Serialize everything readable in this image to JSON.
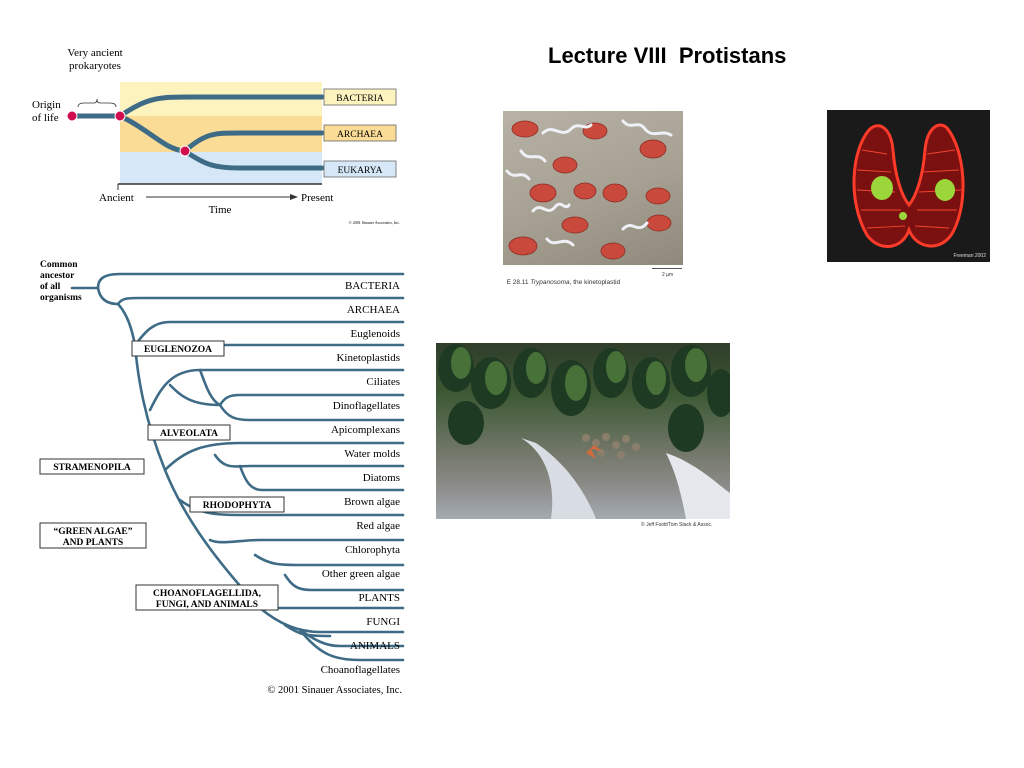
{
  "slide": {
    "title": "Lecture VIII  Protistans"
  },
  "domains_diagram": {
    "prokaryote_label_line1": "Very ancient",
    "prokaryote_label_line2": "prokaryotes",
    "origin_label_line1": "Origin",
    "origin_label_line2": "of life",
    "domains": [
      "BACTERIA",
      "ARCHAEA",
      "EUKARYA"
    ],
    "axis_ancient": "Ancient",
    "axis_present": "Present",
    "axis_title": "Time",
    "credit": "© 2001 Sinauer Associates, Inc.",
    "colors": {
      "bacteria_band": "#fdf3bf",
      "archaea_band": "#fbdc97",
      "eukarya_band": "#d6e8f7",
      "branch": "#3e6b86",
      "node": "#d10f4f"
    }
  },
  "phylo_tree": {
    "root_label_lines": [
      "Common",
      "ancestor",
      "of all",
      "organisms"
    ],
    "leaves": [
      "BACTERIA",
      "ARCHAEA",
      "Euglenoids",
      "Kinetoplastids",
      "Ciliates",
      "Dinoflagellates",
      "Apicomplexans",
      "Water molds",
      "Diatoms",
      "Brown algae",
      "Red algae",
      "Chlorophyta",
      "Other green algae",
      "PLANTS",
      "FUNGI",
      "ANIMALS",
      "Choanoflagellates"
    ],
    "groups": {
      "euglenozoa": "EUGLENOZOA",
      "alveolata": "ALVEOLATA",
      "stramenopila": "STRAMENOPILA",
      "rhodophyta": "RHODOPHYTA",
      "green_line1": "“GREEN ALGAE”",
      "green_line2": "AND PLANTS",
      "choano_line1": "CHOANOFLAGELLIDA,",
      "choano_line2": "FUNGI, AND ANIMALS"
    },
    "credit": "© 2001 Sinauer Associates, Inc.",
    "colors": {
      "branch": "#3e6b86"
    }
  },
  "photos": {
    "trypanosoma": {
      "caption_prefix": "E 28.11",
      "caption_genus": "Trypanosoma",
      "caption_rest": ", the kinetoplastid",
      "scale_label": "2 µm"
    },
    "ciliate": {
      "credit": "Freeman 2002"
    },
    "seaweed": {
      "credit": "© Jeff Foott/Tom Stack & Assoc."
    }
  }
}
